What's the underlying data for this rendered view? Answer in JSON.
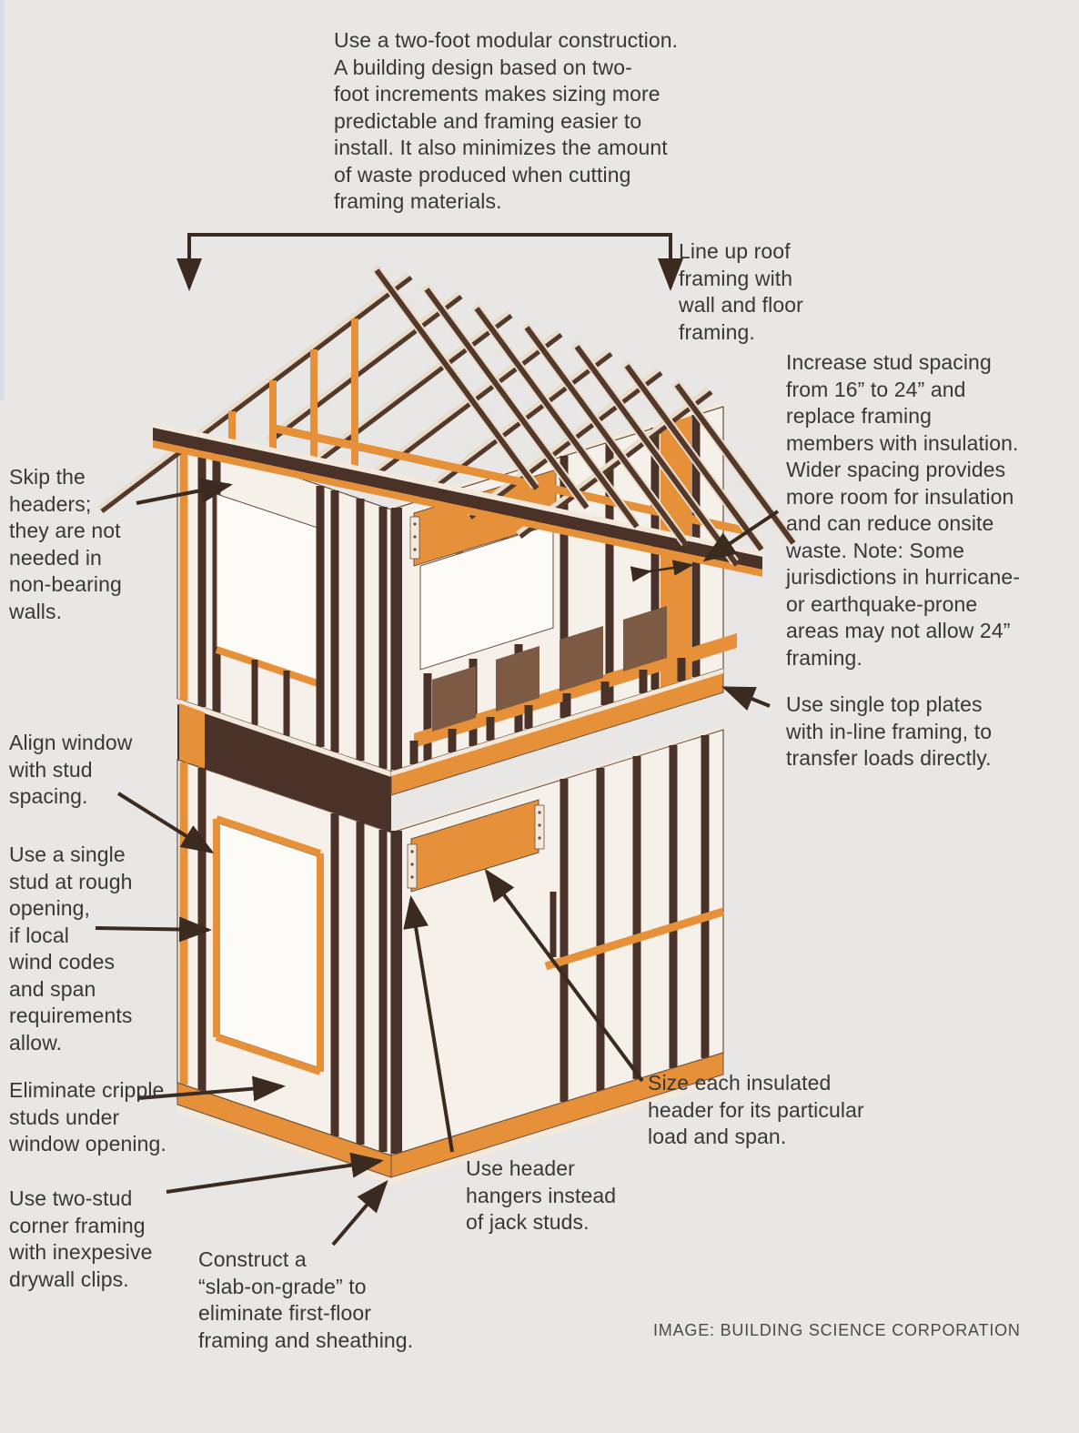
{
  "colors": {
    "background": "#e8e7e5",
    "text": "#3a3837",
    "arrow": "#3a2a20",
    "wood_dark": "#4a3228",
    "wood_mid": "#7d5a43",
    "wood_light": "#f2e9dc",
    "orange": "#e6913a",
    "wall": "#f5f1ea",
    "outline": "#6a4f3d",
    "credit": "#4a4a4a"
  },
  "annotations": {
    "modular": "Use a two-foot modular construction.\nA building design based on two-\nfoot increments makes sizing more\npredictable and framing easier to\ninstall. It also minimizes the amount\nof waste produced when cutting\nframing materials.",
    "line_up_roof": "Line up roof\nframing with\nwall and floor\nframing.",
    "increase_spacing": "Increase stud spacing\nfrom 16” to 24” and\nreplace framing\nmembers with insulation.\nWider spacing provides\nmore room for insulation\nand can reduce onsite\nwaste. Note: Some\njurisdictions in hurricane-\nor earthquake-prone\nareas may not allow 24”\nframing.",
    "single_top_plates": "Use single top plates\nwith in-line framing, to\ntransfer loads directly.",
    "skip_headers": "Skip the\nheaders;\nthey are not\nneeded in\nnon-bearing\nwalls.",
    "align_window": "Align window\nwith stud\nspacing.",
    "single_stud": "Use a single\nstud at rough\nopening,\nif local\nwind codes\nand span\nrequirements\nallow.",
    "cripple_studs": "Eliminate cripple\nstuds under\nwindow opening.",
    "corner_framing": "Use two-stud\ncorner framing\nwith inexpesive\ndrywall clips.",
    "slab": "Construct a\n“slab-on-grade” to\neliminate first-floor\nframing and sheathing.",
    "header_hangers": "Use header\nhangers instead\nof jack studs.",
    "insulated_header": "Size each insulated\nheader for its particular\nload and span."
  },
  "credit": "IMAGE: BUILDING SCIENCE CORPORATION"
}
